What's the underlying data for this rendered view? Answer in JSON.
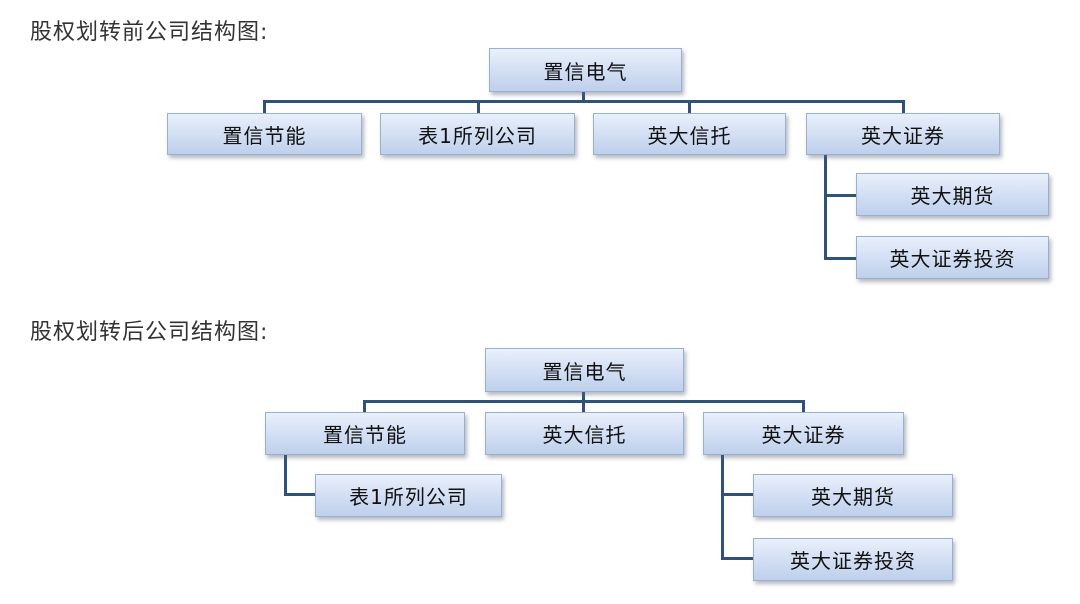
{
  "before": {
    "caption": "股权划转前公司结构图:",
    "root": "置信电气",
    "children": [
      "置信节能",
      "表1所列公司",
      "英大信托",
      "英大证券"
    ],
    "securities_subsidiaries": [
      "英大期货",
      "英大证券投资"
    ]
  },
  "after": {
    "caption": "股权划转后公司结构图:",
    "root": "置信电气",
    "children": [
      "置信节能",
      "英大信托",
      "英大证券"
    ],
    "energy_saving_subsidiaries": [
      "表1所列公司"
    ],
    "securities_subsidiaries": [
      "英大期货",
      "英大证券投资"
    ]
  },
  "colors": {
    "connector": "#2f527a",
    "box_fill_top": "#e9f0fb",
    "box_fill_bottom": "#bfd0ec",
    "box_border": "#9ab0cf"
  }
}
